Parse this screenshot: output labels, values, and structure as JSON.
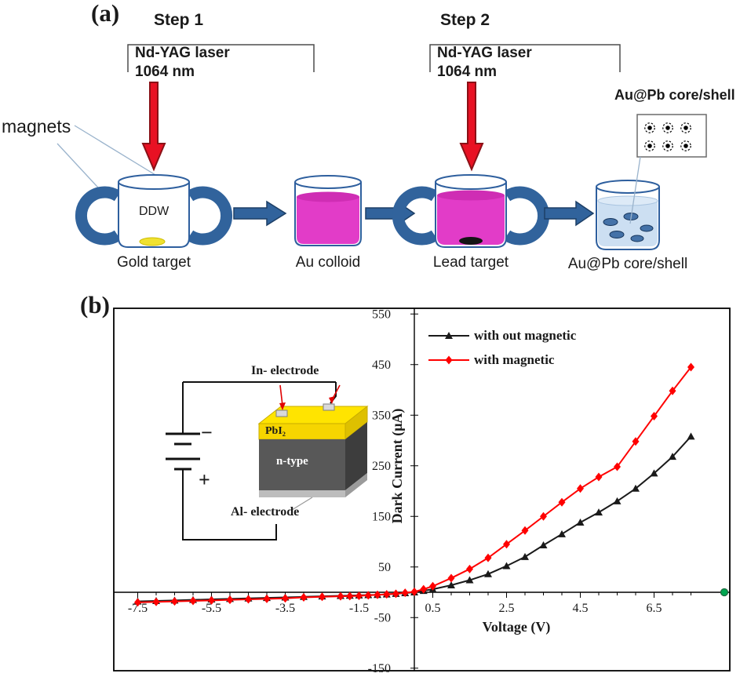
{
  "panel_labels": {
    "a": "(a)",
    "b": "(b)"
  },
  "process_diagram": {
    "step1": "Step 1",
    "step2": "Step 2",
    "laser_label": "Nd-YAG laser",
    "laser_wavelength": "1064 nm",
    "magnets_label": "magnets",
    "ddw_label": "DDW",
    "captions": {
      "beaker1": "Gold target",
      "beaker2": "Au colloid",
      "beaker3": "Lead target",
      "beaker4": "Au@Pb core/shell"
    },
    "coreshell_box_label": "Au@Pb core/shell",
    "colors": {
      "magnet_blue": "#31639c",
      "process_arrow_blue": "#31639c",
      "laser_arrow_red": "#e81123",
      "colloid_magenta": "#e23cc8",
      "coreshell_liquid_blue": "#ccdff2",
      "gold_target_yellow": "#f0e130"
    }
  },
  "inset_circuit": {
    "in_electrode": "In- electrode",
    "pbi2": "PbI₂",
    "ntype": "n-type",
    "al_electrode": "Al- electrode",
    "battery_minus": "−",
    "battery_plus": "+"
  },
  "chart_data": {
    "type": "line",
    "title": "",
    "xlabel": "Voltage (V)",
    "ylabel": "Dark Current (μA)",
    "xlim": [
      -8.1,
      8.5
    ],
    "ylim": [
      -150,
      550
    ],
    "x_ticks": [
      -7.5,
      -5.5,
      -3.5,
      -1.5,
      0.5,
      2.5,
      4.5,
      6.5
    ],
    "y_ticks": [
      550,
      450,
      350,
      250,
      150,
      50,
      -50,
      -150
    ],
    "grid": false,
    "legend_position": "top-center",
    "x": [
      -7.5,
      -7,
      -6.5,
      -6,
      -5.5,
      -5,
      -4.5,
      -4,
      -3.5,
      -3,
      -2.5,
      -2,
      -1.75,
      -1.5,
      -1.25,
      -1,
      -0.75,
      -0.5,
      -0.25,
      0,
      0.25,
      0.5,
      1,
      1.5,
      2,
      2.5,
      3,
      3.5,
      4,
      4.5,
      5,
      5.5,
      6,
      6.5,
      7,
      7.5
    ],
    "series": [
      {
        "name": "with out magnetic",
        "color": "#1a1a1a",
        "marker": "triangle",
        "values": [
          -18,
          -17,
          -16,
          -15,
          -14,
          -13,
          -12,
          -11,
          -10,
          -9,
          -8,
          -7,
          -6.5,
          -6,
          -5.5,
          -5,
          -4,
          -3,
          -1.5,
          0,
          3,
          6,
          14,
          24,
          36,
          52,
          70,
          93,
          115,
          138,
          158,
          180,
          205,
          235,
          268,
          308
        ]
      },
      {
        "name": "with magnetic",
        "color": "#ff0000",
        "marker": "diamond",
        "values": [
          -20,
          -19,
          -18,
          -17,
          -16,
          -15,
          -14,
          -13,
          -12,
          -10,
          -9,
          -8,
          -7.5,
          -7,
          -6,
          -5,
          -4,
          -3,
          -1,
          1,
          6,
          12,
          28,
          46,
          68,
          95,
          122,
          150,
          178,
          205,
          228,
          248,
          298,
          348,
          398,
          445
        ]
      }
    ],
    "stray_point": {
      "color": "#00a651",
      "current": 0,
      "note": "green marker at right edge on zero-current line"
    }
  }
}
